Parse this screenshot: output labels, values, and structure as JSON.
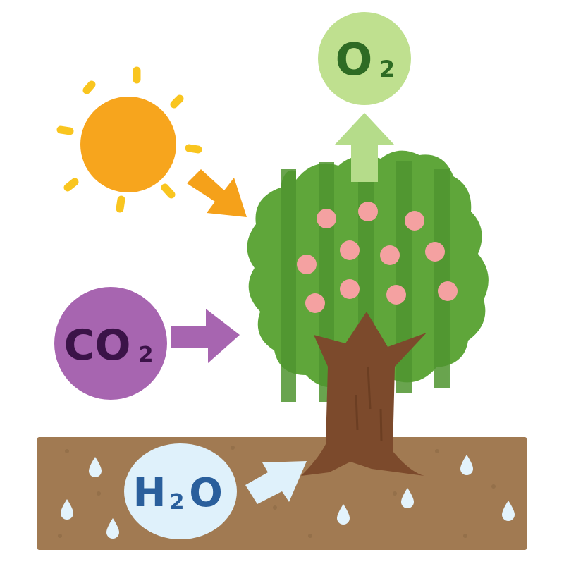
{
  "molecules": {
    "oxygen": {
      "main": "O",
      "sub": "2"
    },
    "carbon_dioxide": {
      "main": "CO",
      "sub": "2"
    },
    "water": {
      "pre": "H",
      "sub": "2",
      "post": "O"
    }
  },
  "colors": {
    "sun": "#f7a51d",
    "sun_ray": "#f9c51f",
    "sun_arrow": "#f5a11a",
    "oxygen_bubble": "#bfe08f",
    "oxygen_text": "#2e6b24",
    "oxygen_arrow": "#b5dc8a",
    "co2_bubble": "#a765b0",
    "co2_text": "#3b1348",
    "co2_arrow": "#a765b0",
    "h2o_bubble": "#dff1fb",
    "h2o_text": "#2a5f9c",
    "h2o_arrow": "#dff1fb",
    "canopy": "#5fa63a",
    "canopy_stripe": "#4f9530",
    "fruit": "#f4a1a1",
    "trunk": "#7c4a2c",
    "soil": "#a17a52",
    "water_drop": "#e3f3fc"
  },
  "icons": [
    "sun-icon",
    "tree-icon",
    "water-drop-icon",
    "arrow-icon"
  ]
}
